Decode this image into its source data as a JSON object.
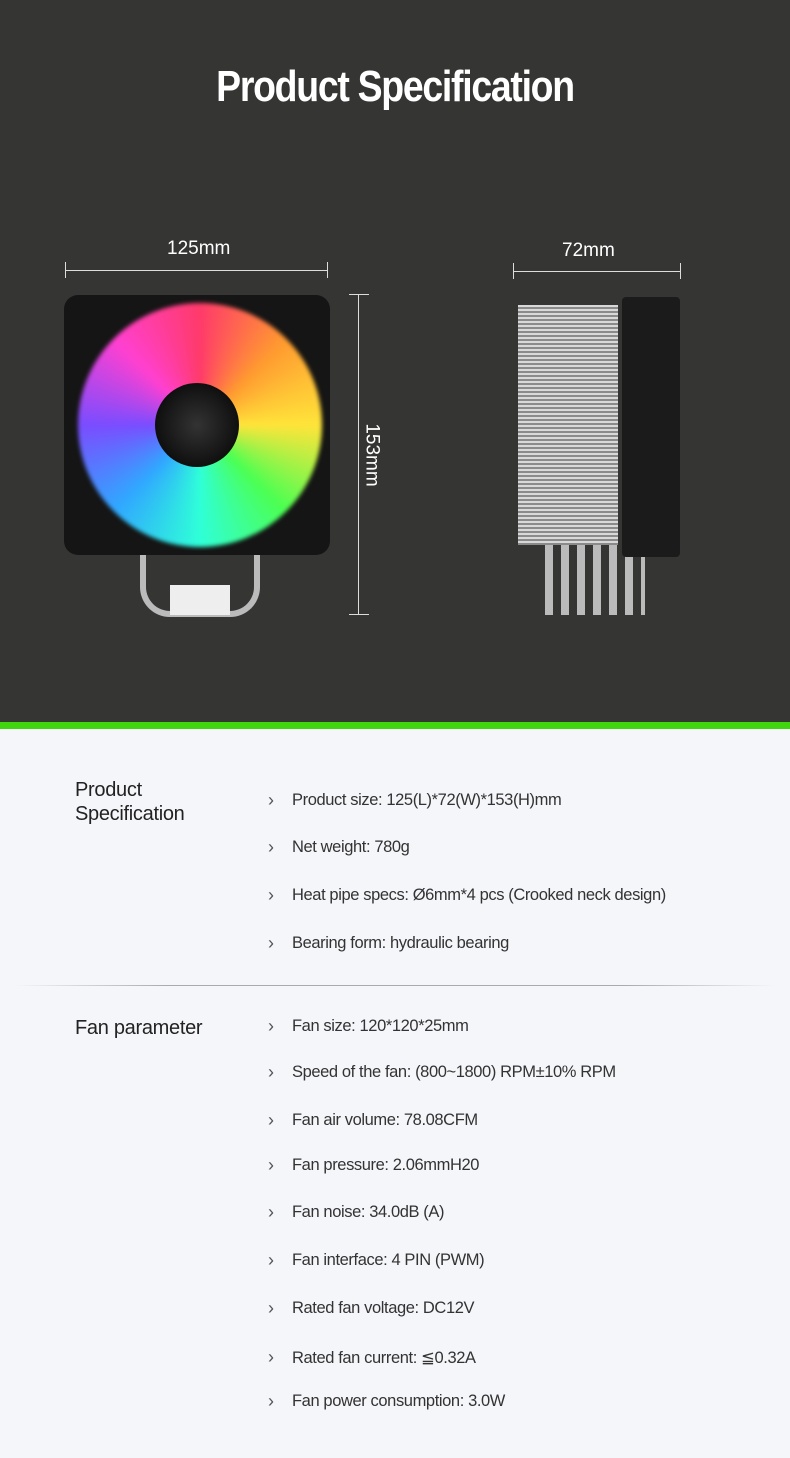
{
  "header": {
    "title": "Product Specification"
  },
  "dimensions": {
    "length": "125mm",
    "width": "72mm",
    "height": "153mm"
  },
  "colors": {
    "accent": "#3fd60f",
    "dark_bg": "#353634"
  },
  "sections": [
    {
      "heading": "Product Specification",
      "items": [
        "Product size: 125(L)*72(W)*153(H)mm",
        "Net weight: 780g",
        "Heat pipe specs: Ø6mm*4 pcs (Crooked neck design)",
        "Bearing form: hydraulic bearing"
      ]
    },
    {
      "heading": "Fan parameter",
      "items": [
        "Fan size: 120*120*25mm",
        "Speed of the fan: (800~1800) RPM±10% RPM",
        "Fan air volume: 78.08CFM",
        "Fan pressure: 2.06mmH20",
        "Fan noise: 34.0dB (A)",
        "Fan interface: 4 PIN (PWM)",
        "Rated fan voltage: DC12V",
        "Rated fan current: ≦0.32A",
        "Fan power consumption: 3.0W"
      ]
    }
  ]
}
